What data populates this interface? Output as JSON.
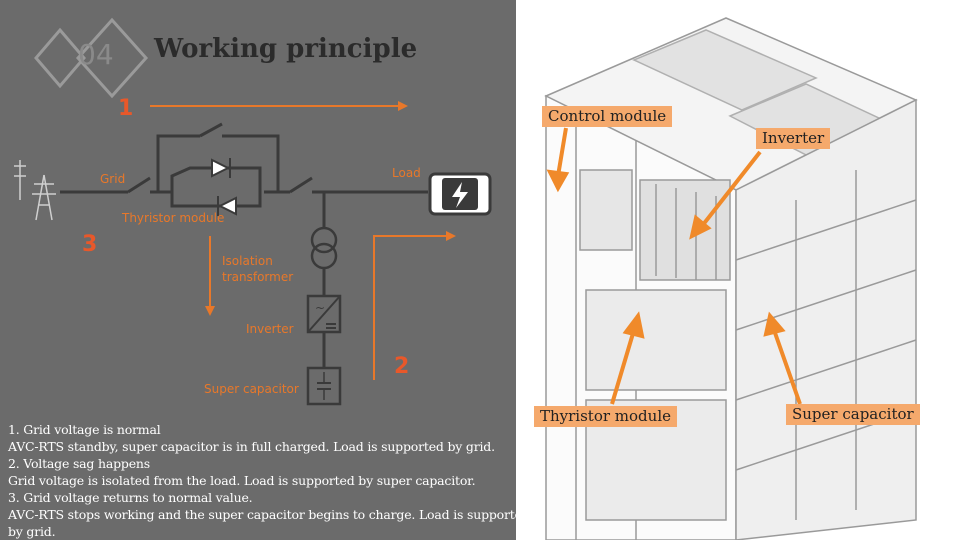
{
  "slide": {
    "section_number": "04",
    "title": "Working principle"
  },
  "diagram": {
    "step_labels": [
      "1",
      "2",
      "3"
    ],
    "grid_label": "Grid",
    "load_label": "Load",
    "thyristor_label": "Thyristor module",
    "transformer_label_line1": "Isolation",
    "transformer_label_line2": "transformer",
    "inverter_label": "Inverter",
    "capacitor_label": "Super capacitor"
  },
  "description": [
    "1. Grid voltage is normal",
    "AVC-RTS standby, super capacitor is in full charged. Load is supported by grid.",
    "2. Voltage sag happens",
    "Grid voltage is isolated from the load. Load is supported by super capacitor.",
    "3. Grid voltage returns to normal value.",
    "AVC-RTS stops working and the super capacitor begins to charge. Load is supported",
    "by grid."
  ],
  "callouts": {
    "control_module": "Control module",
    "inverter": "Inverter",
    "thyristor_module": "Thyristor module",
    "super_capacitor": "Super capacitor"
  },
  "colors": {
    "panel_bg": "#6b6b6b",
    "accent": "#e8782a",
    "callout_bg": "#f5a96c",
    "line_dark": "#3a3a3a"
  }
}
